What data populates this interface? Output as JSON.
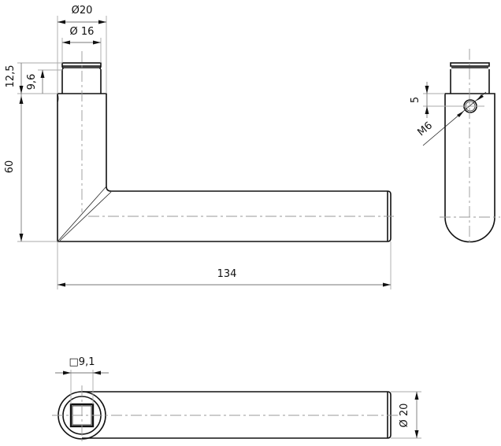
{
  "drawing": {
    "type": "technical drawing - door lever handle",
    "views": [
      "front view",
      "side view",
      "top view"
    ]
  },
  "dimensions": {
    "rose_outer_diameter": "Ø20",
    "neck_diameter": "Ø 16",
    "neck_total_height": "12,5",
    "neck_collar_height": "9,6",
    "lever_height": "60",
    "lever_length": "134",
    "screw_offset": "5",
    "screw_thread": "M6",
    "square_spindle": "□9,1",
    "bar_diameter": "Ø 20"
  }
}
